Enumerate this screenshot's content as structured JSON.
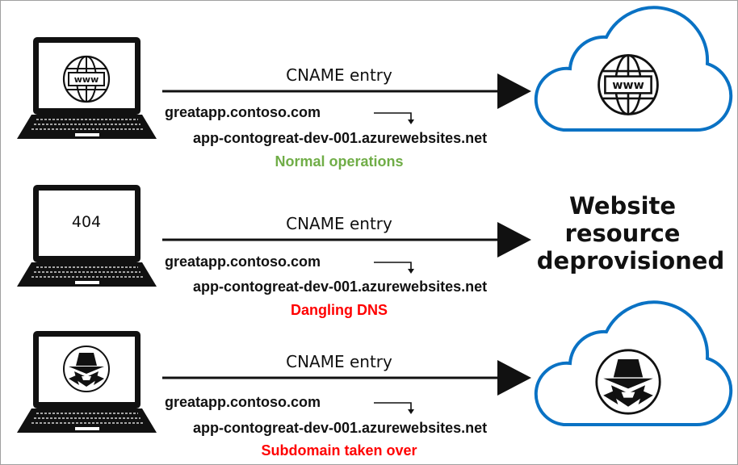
{
  "rows": [
    {
      "laptop_icon": "globe-www-icon",
      "cname_label": "CNAME entry",
      "source_domain": "greatapp.contoso.com",
      "target_domain": "app-contogreat-dev-001.azurewebsites.net",
      "status": "Normal operations",
      "status_color": "#70ad47",
      "destination_icon": "cloud-globe-www-icon",
      "screen_www": "www",
      "cloud_www": "www"
    },
    {
      "laptop_screen_text": "404",
      "cname_label": "CNAME entry",
      "source_domain": "greatapp.contoso.com",
      "target_domain": "app-contogreat-dev-001.azurewebsites.net",
      "status": "Dangling DNS",
      "status_color": "#ff0000",
      "destination_lines": [
        "Website",
        "resource",
        "deprovisioned"
      ]
    },
    {
      "laptop_icon": "hacker-icon",
      "cname_label": "CNAME entry",
      "source_domain": "greatapp.contoso.com",
      "target_domain": "app-contogreat-dev-001.azurewebsites.net",
      "status": "Subdomain taken over",
      "status_color": "#ff0000",
      "destination_icon": "cloud-hacker-icon"
    }
  ],
  "colors": {
    "cloud_outline": "#0a72c4",
    "normal": "#70ad47",
    "alert": "#ff0000"
  }
}
